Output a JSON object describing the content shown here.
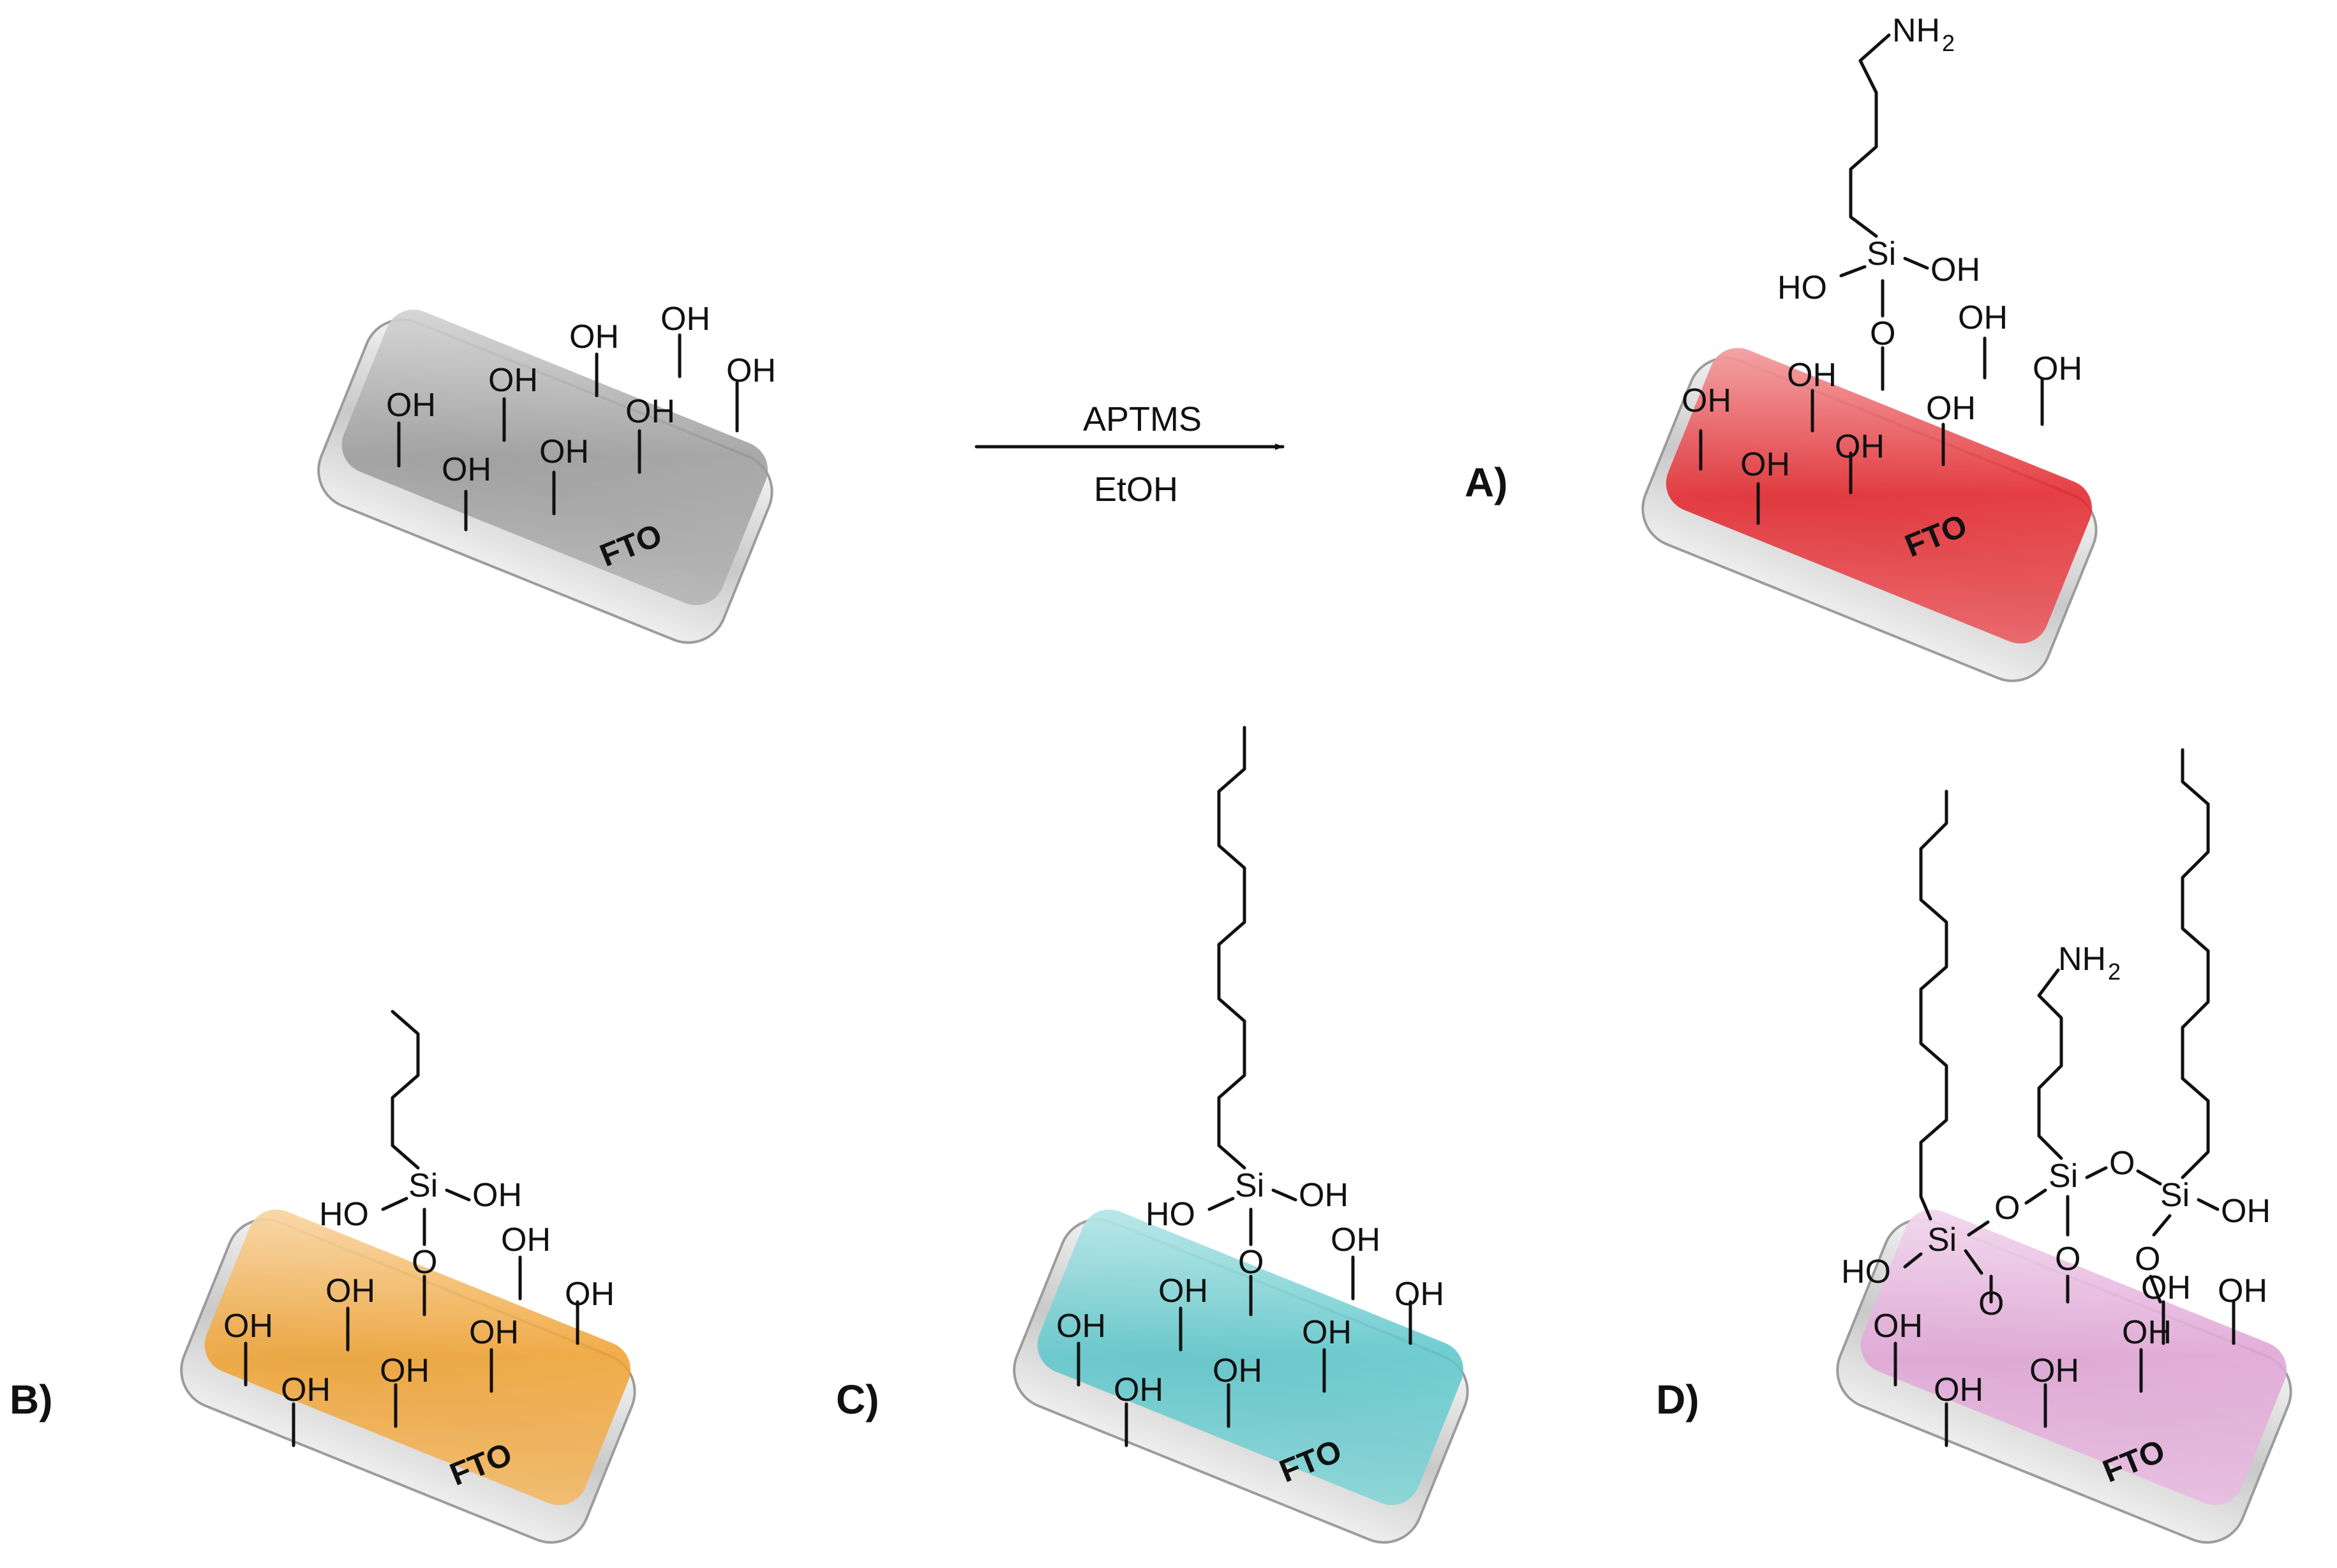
{
  "reaction": {
    "reagent": "APTMS",
    "solvent": "EtOH"
  },
  "substrate_label": "FTO",
  "atoms": {
    "hydroxyl": "OH",
    "hydroxyl_left": "HO",
    "silicon": "Si",
    "oxygen": "O",
    "amine": "NH",
    "amine_sub": "2"
  },
  "panels": [
    {
      "id": "start",
      "label": "",
      "color": "#9a9a9a",
      "coating": "none"
    },
    {
      "id": "A",
      "label": "A)",
      "color": "#e3262b",
      "coating": "aminopropyl"
    },
    {
      "id": "B",
      "label": "B)",
      "color": "#efa232",
      "coating": "propyl"
    },
    {
      "id": "C",
      "label": "C)",
      "color": "#5cc6c9",
      "coating": "octyl"
    },
    {
      "id": "D",
      "label": "D)",
      "color": "#e0a6d6",
      "coating": "mixed"
    }
  ]
}
